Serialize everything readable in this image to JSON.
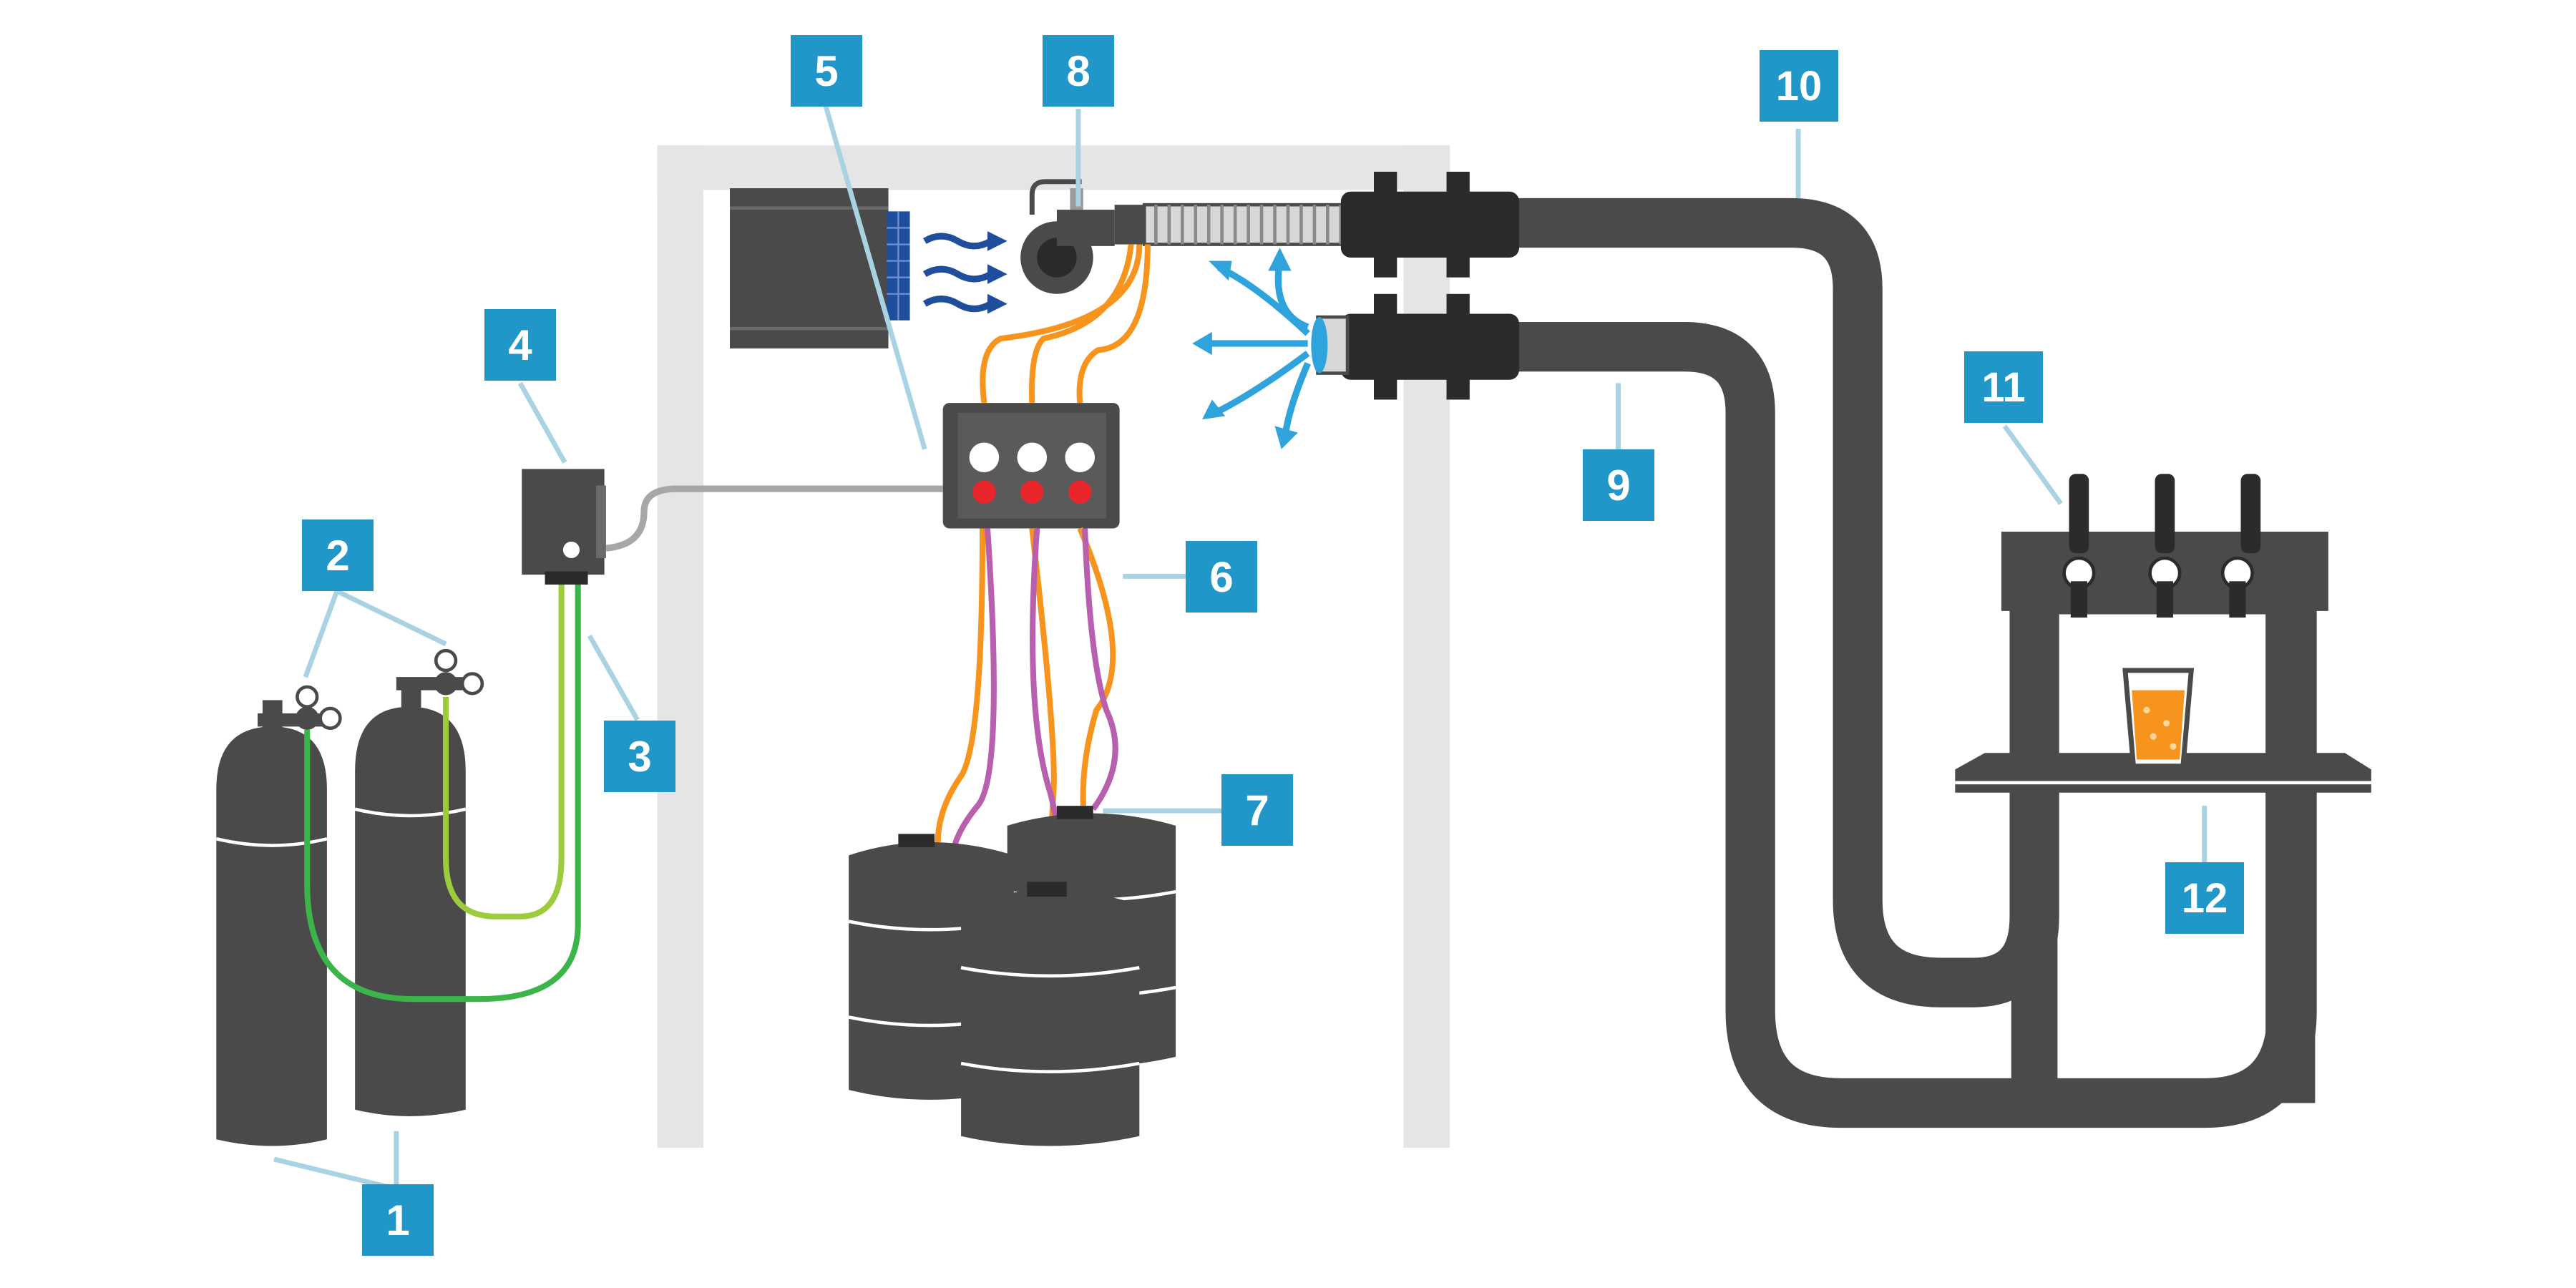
{
  "callouts": [
    "1",
    "2",
    "3",
    "4",
    "5",
    "6",
    "7",
    "8",
    "9",
    "10",
    "11",
    "12"
  ],
  "colors": {
    "callout_fill": "#2196c9",
    "leader_line": "#a9d3e3",
    "equipment": "#4a4a4a",
    "wall": "#e5e5e7",
    "gas_line_light": "#9ccb3b",
    "gas_line_dark": "#3bb54a",
    "beer_line_orange": "#f7941d",
    "beer_line_purple": "#b85fae",
    "cold_air_arrows": "#2fa3dc",
    "warm_air_arrows": "#1f4e9c",
    "beer": "#f7941d"
  },
  "icons": [
    "gas-cylinder-icon",
    "regulator-icon",
    "gas-manifold-icon",
    "manifold-icon",
    "keg-icon",
    "air-conditioner-icon",
    "blower-fan-icon",
    "flexible-duct-icon",
    "trunk-line-icon",
    "beer-tower-icon",
    "beer-glass-icon",
    "drip-shelf-icon"
  ]
}
